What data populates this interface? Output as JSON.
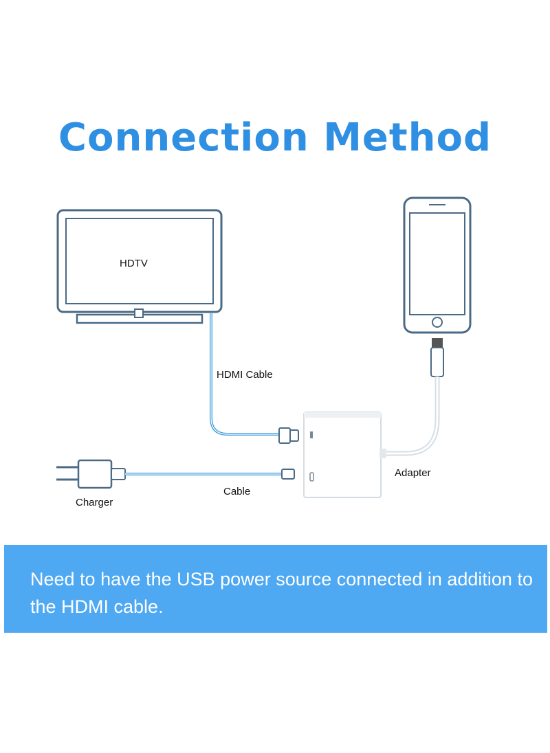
{
  "title": "Connection Method",
  "colors": {
    "title": "#2f8fe2",
    "outline": "#4a6a86",
    "cable": "#4aa3df",
    "banner": "#4fa8f2",
    "banner_text": "#ffffff"
  },
  "diagram": {
    "tv_label": "HDTV",
    "hdmi_cable_label": "HDMI Cable",
    "adapter_label": "Adapter",
    "charger_label": "Charger",
    "cable_label": "Cable"
  },
  "banner": {
    "text": "Need to have the USB power source connected in addition to the HDMI cable."
  }
}
